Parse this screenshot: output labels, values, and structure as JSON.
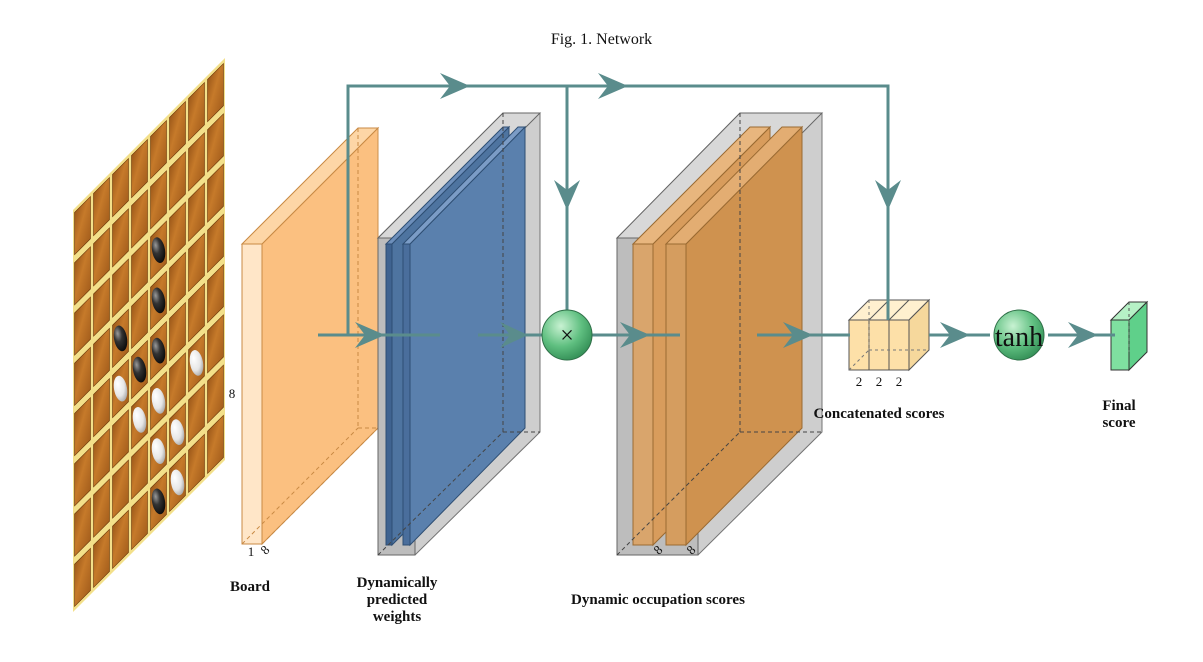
{
  "figure": {
    "title": "Fig. 1.  Network"
  },
  "labels": {
    "board": "Board",
    "weights": [
      "Dynamically",
      "predicted",
      "weights"
    ],
    "occupation": "Dynamic occupation scores",
    "concat": "Concatenated scores",
    "final": [
      "Final",
      "score"
    ]
  },
  "dims": {
    "board_side": "8",
    "board_depth": "1",
    "board_width": "8",
    "occ_a": "8",
    "occ_b": "8",
    "concat_a": "2",
    "concat_b": "2",
    "concat_c": "2"
  },
  "ops": {
    "multiply": "×",
    "activation": "tanh"
  },
  "colors": {
    "arrow": "#5a8c8c",
    "board_slab": "#fbbd7a",
    "weights": "#4e74a0",
    "occupation": "#d89c5c",
    "concat": "#fde0a8",
    "final": "#7fe0a0",
    "op_ball": "#5fbf80",
    "container": "#bdbdbd"
  },
  "board": {
    "rows": 8,
    "cols": 8,
    "stones": [
      {
        "r": 2,
        "c": 4,
        "color": "black"
      },
      {
        "r": 3,
        "c": 2,
        "color": "black"
      },
      {
        "r": 3,
        "c": 4,
        "color": "black"
      },
      {
        "r": 4,
        "c": 2,
        "color": "white"
      },
      {
        "r": 4,
        "c": 3,
        "color": "black"
      },
      {
        "r": 4,
        "c": 4,
        "color": "black"
      },
      {
        "r": 5,
        "c": 3,
        "color": "white"
      },
      {
        "r": 5,
        "c": 4,
        "color": "white"
      },
      {
        "r": 5,
        "c": 6,
        "color": "white"
      },
      {
        "r": 6,
        "c": 4,
        "color": "white"
      },
      {
        "r": 6,
        "c": 5,
        "color": "white"
      },
      {
        "r": 7,
        "c": 4,
        "color": "black"
      },
      {
        "r": 7,
        "c": 5,
        "color": "white"
      }
    ]
  }
}
